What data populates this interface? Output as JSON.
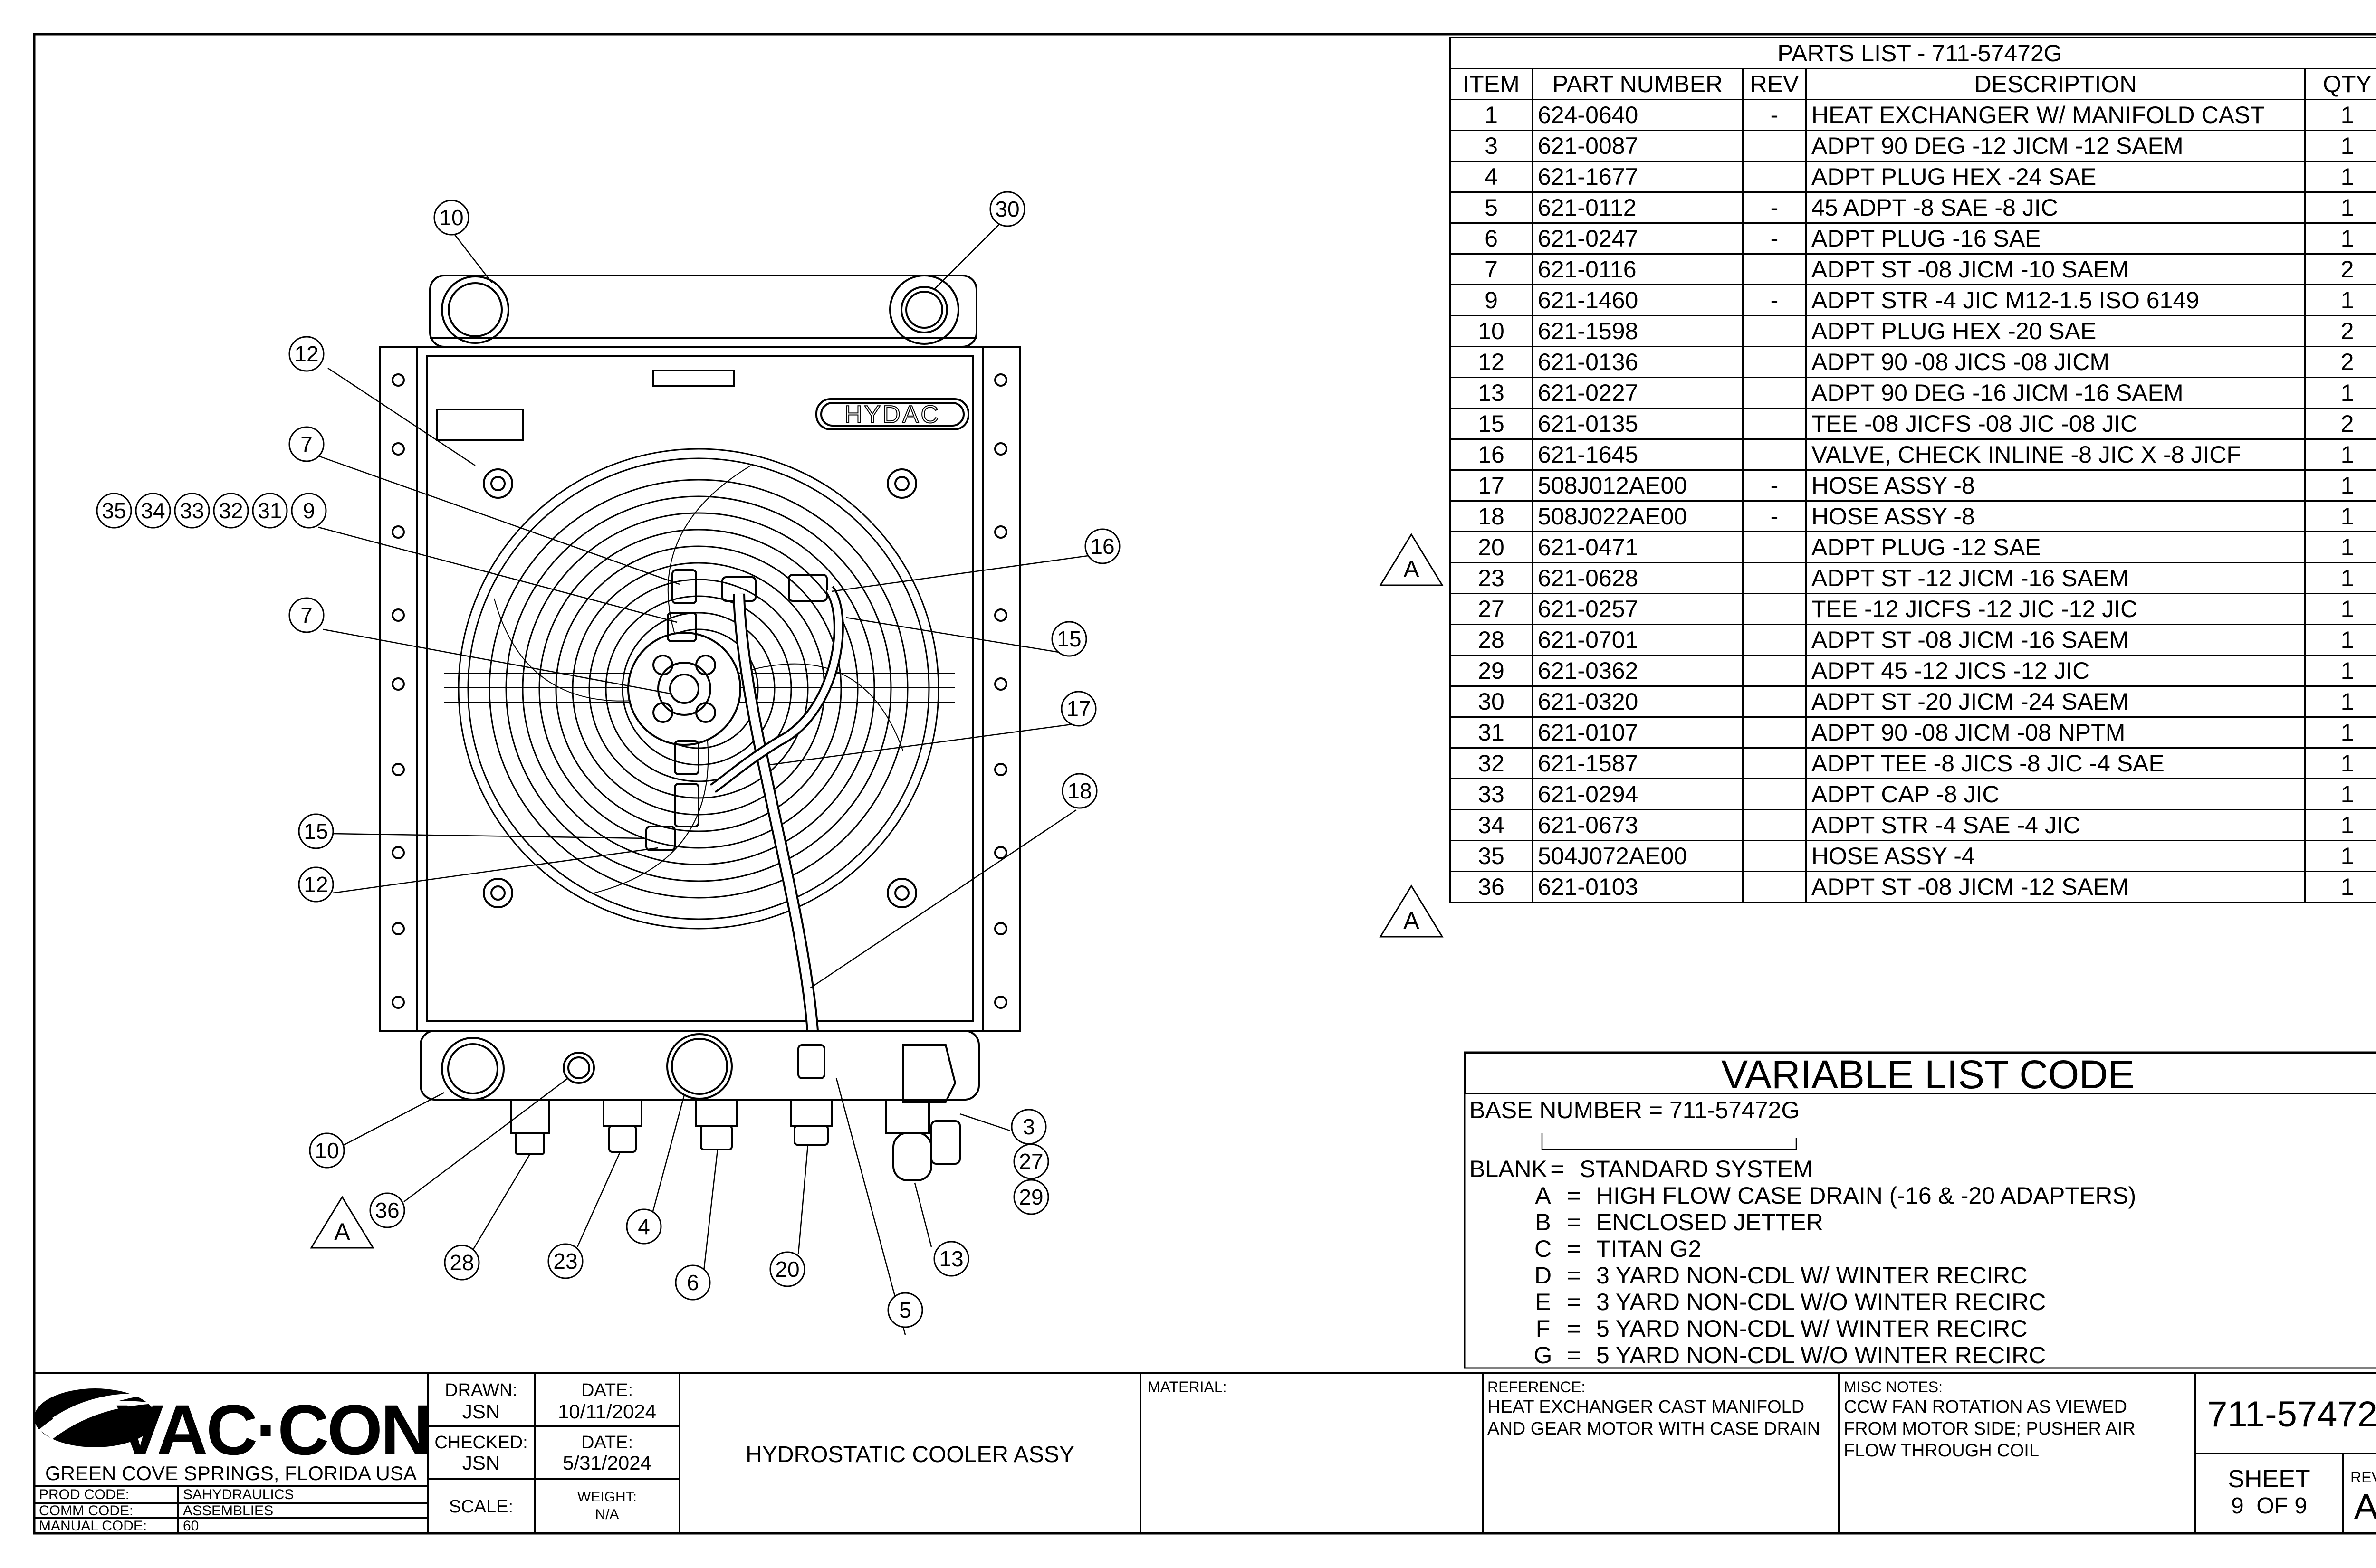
{
  "parts_list": {
    "title": "PARTS LIST - 711-57472G",
    "headers": {
      "item": "ITEM",
      "part_number": "PART NUMBER",
      "rev": "REV",
      "description": "DESCRIPTION",
      "qty": "QTY"
    },
    "rows": [
      {
        "item": "1",
        "part": "624-0640",
        "rev": "-",
        "desc": "HEAT EXCHANGER W/ MANIFOLD CAST",
        "qty": "1"
      },
      {
        "item": "3",
        "part": "621-0087",
        "rev": "",
        "desc": "ADPT 90 DEG -12 JICM -12 SAEM",
        "qty": "1"
      },
      {
        "item": "4",
        "part": "621-1677",
        "rev": "",
        "desc": "ADPT PLUG HEX -24 SAE",
        "qty": "1"
      },
      {
        "item": "5",
        "part": "621-0112",
        "rev": "-",
        "desc": "45 ADPT -8 SAE -8 JIC",
        "qty": "1"
      },
      {
        "item": "6",
        "part": "621-0247",
        "rev": "-",
        "desc": "ADPT PLUG -16 SAE",
        "qty": "1"
      },
      {
        "item": "7",
        "part": "621-0116",
        "rev": "",
        "desc": "ADPT ST -08 JICM -10 SAEM",
        "qty": "2"
      },
      {
        "item": "9",
        "part": "621-1460",
        "rev": "-",
        "desc": "ADPT STR -4 JIC M12-1.5 ISO 6149",
        "qty": "1"
      },
      {
        "item": "10",
        "part": "621-1598",
        "rev": "",
        "desc": "ADPT PLUG HEX -20 SAE",
        "qty": "2"
      },
      {
        "item": "12",
        "part": "621-0136",
        "rev": "",
        "desc": "ADPT 90 -08 JICS -08 JICM",
        "qty": "2"
      },
      {
        "item": "13",
        "part": "621-0227",
        "rev": "",
        "desc": "ADPT 90 DEG -16 JICM -16 SAEM",
        "qty": "1"
      },
      {
        "item": "15",
        "part": "621-0135",
        "rev": "",
        "desc": "TEE -08 JICFS -08 JIC -08 JIC",
        "qty": "2"
      },
      {
        "item": "16",
        "part": "621-1645",
        "rev": "",
        "desc": "VALVE, CHECK INLINE -8 JIC X -8 JICF",
        "qty": "1"
      },
      {
        "item": "17",
        "part": "508J012AE00",
        "rev": "-",
        "desc": "HOSE ASSY -8",
        "qty": "1"
      },
      {
        "item": "18",
        "part": "508J022AE00",
        "rev": "-",
        "desc": "HOSE ASSY -8",
        "qty": "1"
      },
      {
        "item": "20",
        "part": "621-0471",
        "rev": "",
        "desc": "ADPT PLUG -12 SAE",
        "qty": "1"
      },
      {
        "item": "23",
        "part": "621-0628",
        "rev": "",
        "desc": "ADPT ST -12 JICM -16 SAEM",
        "qty": "1"
      },
      {
        "item": "27",
        "part": "621-0257",
        "rev": "",
        "desc": "TEE -12 JICFS -12 JIC -12 JIC",
        "qty": "1"
      },
      {
        "item": "28",
        "part": "621-0701",
        "rev": "",
        "desc": "ADPT ST -08 JICM -16 SAEM",
        "qty": "1"
      },
      {
        "item": "29",
        "part": "621-0362",
        "rev": "",
        "desc": "ADPT 45 -12 JICS -12 JIC",
        "qty": "1"
      },
      {
        "item": "30",
        "part": "621-0320",
        "rev": "",
        "desc": "ADPT ST -20 JICM -24 SAEM",
        "qty": "1"
      },
      {
        "item": "31",
        "part": "621-0107",
        "rev": "",
        "desc": "ADPT 90 -08 JICM -08 NPTM",
        "qty": "1"
      },
      {
        "item": "32",
        "part": "621-1587",
        "rev": "",
        "desc": "ADPT TEE -8 JICS -8 JIC -4 SAE",
        "qty": "1"
      },
      {
        "item": "33",
        "part": "621-0294",
        "rev": "",
        "desc": "ADPT CAP -8 JIC",
        "qty": "1"
      },
      {
        "item": "34",
        "part": "621-0673",
        "rev": "",
        "desc": "ADPT STR -4 SAE -4 JIC",
        "qty": "1"
      },
      {
        "item": "35",
        "part": "504J072AE00",
        "rev": "",
        "desc": "HOSE ASSY -4",
        "qty": "1"
      },
      {
        "item": "36",
        "part": "621-0103",
        "rev": "",
        "desc": "ADPT ST -08 JICM -12 SAEM",
        "qty": "1"
      }
    ],
    "revision_flags": [
      "A",
      "A"
    ]
  },
  "variable_list": {
    "title": "VARIABLE LIST CODE",
    "base_number": "BASE NUMBER = 711-57472G",
    "entries": [
      {
        "code": "BLANK",
        "eq": "=",
        "desc": "STANDARD SYSTEM"
      },
      {
        "code": "A",
        "eq": "=",
        "desc": "HIGH FLOW CASE DRAIN (-16 & -20 ADAPTERS)"
      },
      {
        "code": "B",
        "eq": "=",
        "desc": "ENCLOSED JETTER"
      },
      {
        "code": "C",
        "eq": "=",
        "desc": "TITAN G2"
      },
      {
        "code": "D",
        "eq": "=",
        "desc": "3 YARD NON-CDL W/ WINTER RECIRC"
      },
      {
        "code": "E",
        "eq": "=",
        "desc": "3 YARD NON-CDL W/O WINTER RECIRC"
      },
      {
        "code": "F",
        "eq": "=",
        "desc": "5 YARD NON-CDL W/ WINTER RECIRC"
      },
      {
        "code": "G",
        "eq": "=",
        "desc": "5 YARD NON-CDL W/O WINTER RECIRC"
      }
    ]
  },
  "drawing": {
    "fan_brand": "HYDAC",
    "balloons": [
      "10",
      "30",
      "12",
      "7",
      "35",
      "34",
      "33",
      "32",
      "31",
      "9",
      "7",
      "16",
      "15",
      "17",
      "18",
      "15",
      "12",
      "10",
      "3",
      "27",
      "29",
      "36",
      "28",
      "23",
      "4",
      "6",
      "20",
      "13",
      "5"
    ],
    "rev_flag": "A"
  },
  "title_block": {
    "company": "VAC-CON",
    "location": "GREEN COVE SPRINGS, FLORIDA USA",
    "prod_code_label": "PROD CODE:",
    "prod_code": "SAHYDRAULICS",
    "comm_code_label": "COMM CODE:",
    "comm_code": "ASSEMBLIES",
    "manual_code_label": "MANUAL CODE:",
    "manual_code": "60",
    "drawn_label": "DRAWN:",
    "drawn": "JSN",
    "drawn_date_label": "DATE:",
    "drawn_date": "10/11/2024",
    "checked_label": "CHECKED:",
    "checked": "JSN",
    "checked_date_label": "DATE:",
    "checked_date": "5/31/2024",
    "scale_label": "SCALE:",
    "weight_label": "WEIGHT:",
    "weight": "N/A",
    "title": "HYDROSTATIC COOLER ASSY",
    "material_label": "MATERIAL:",
    "reference_label": "REFERENCE:",
    "reference": [
      "HEAT EXCHANGER CAST MANIFOLD",
      "AND GEAR MOTOR WITH CASE DRAIN"
    ],
    "misc_label": "MISC NOTES:",
    "misc": [
      "CCW FAN ROTATION AS VIEWED",
      "FROM MOTOR SIDE; PUSHER AIR",
      "FLOW THROUGH COIL"
    ],
    "drawing_number": "711-57472",
    "sheet_label": "SHEET",
    "sheet": "9  OF 9",
    "rev_label": "REV",
    "rev": "A"
  }
}
